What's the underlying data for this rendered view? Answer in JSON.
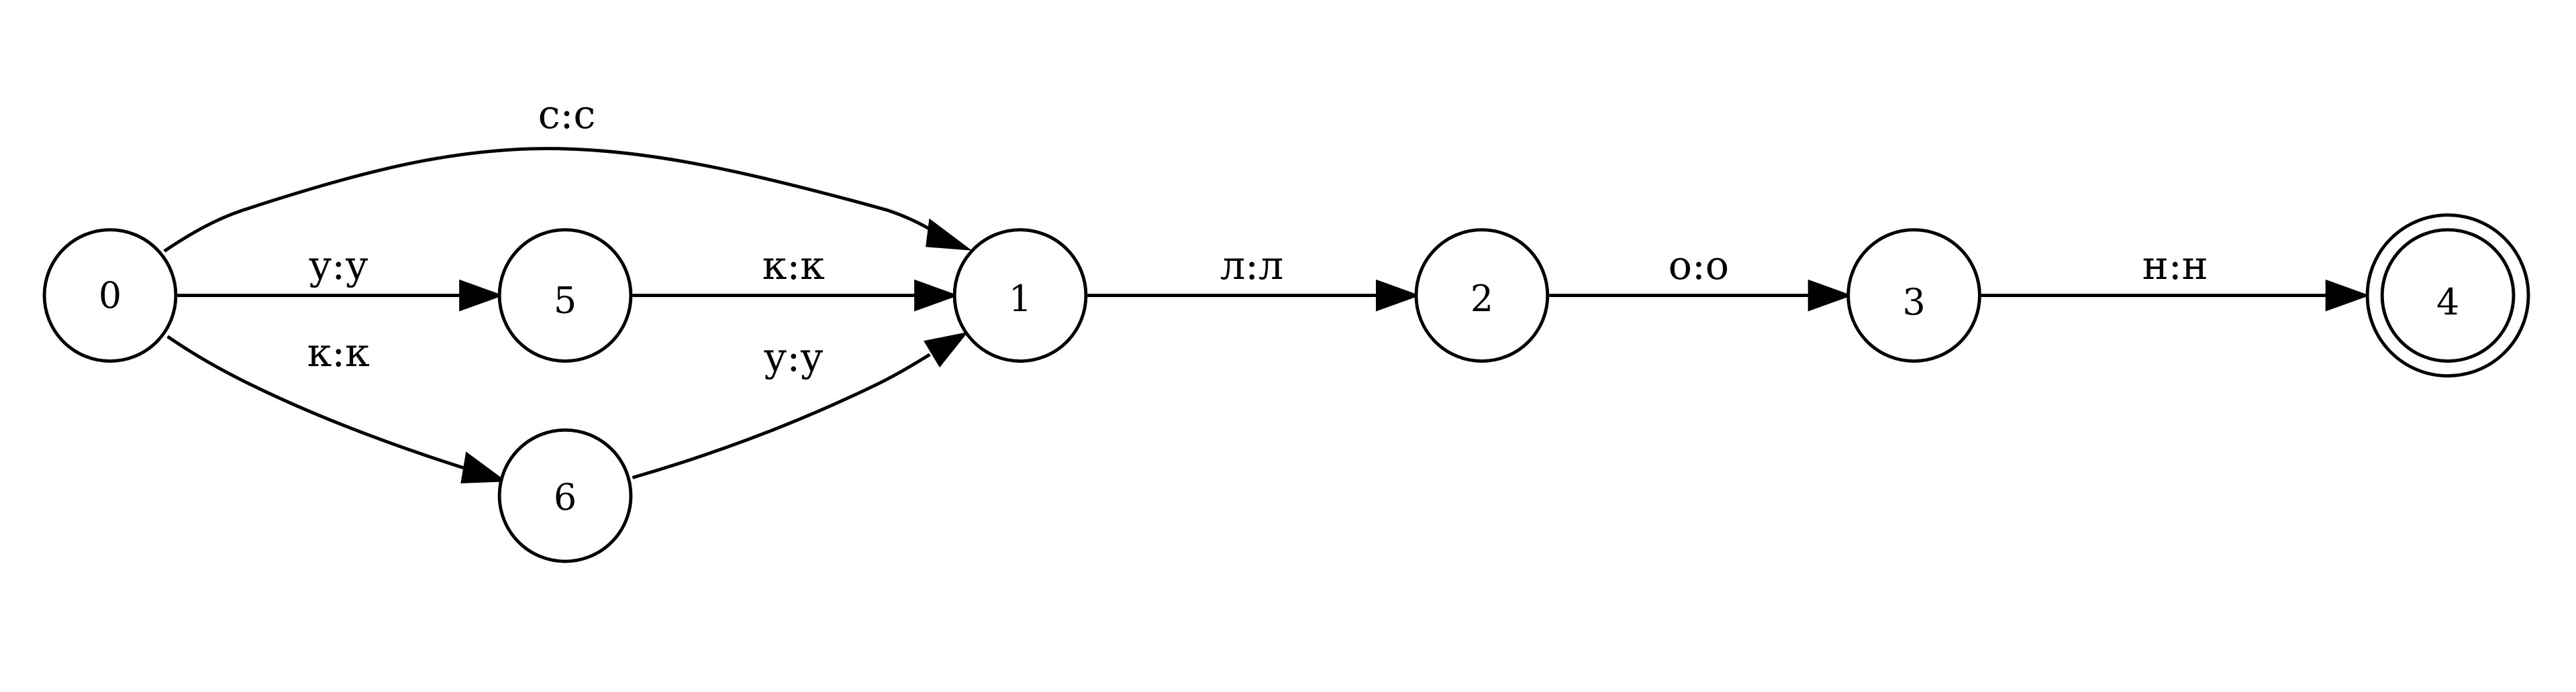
{
  "diagram": {
    "type": "finite-state transducer",
    "states": [
      {
        "id": "0",
        "label": "0",
        "final": false
      },
      {
        "id": "5",
        "label": "5",
        "final": false
      },
      {
        "id": "6",
        "label": "6",
        "final": false
      },
      {
        "id": "1",
        "label": "1",
        "final": false
      },
      {
        "id": "2",
        "label": "2",
        "final": false
      },
      {
        "id": "3",
        "label": "3",
        "final": false
      },
      {
        "id": "4",
        "label": "4",
        "final": true
      }
    ],
    "edges": [
      {
        "from": "0",
        "to": "1",
        "label": "с:с"
      },
      {
        "from": "0",
        "to": "5",
        "label": "у:у"
      },
      {
        "from": "0",
        "to": "6",
        "label": "к:к"
      },
      {
        "from": "5",
        "to": "1",
        "label": "к:к"
      },
      {
        "from": "6",
        "to": "1",
        "label": "у:у"
      },
      {
        "from": "1",
        "to": "2",
        "label": "л:л"
      },
      {
        "from": "2",
        "to": "3",
        "label": "о:о"
      },
      {
        "from": "3",
        "to": "4",
        "label": "н:н"
      }
    ]
  }
}
